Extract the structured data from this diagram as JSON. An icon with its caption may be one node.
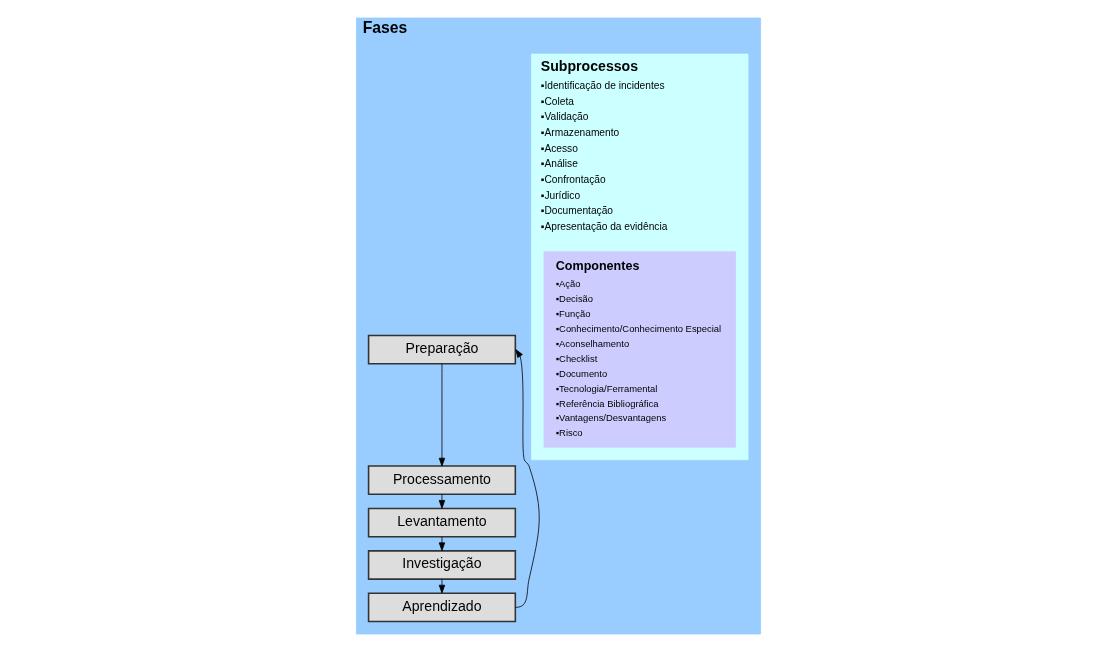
{
  "diagram": {
    "nodes": [
      {
        "text": [
          "Fases"
        ]
      },
      {
        "text": [
          "Preparação"
        ],
        "in": 0
      },
      {
        "text": [
          "Processamento"
        ],
        "in": 0
      },
      {
        "text": [
          "Levantamento"
        ],
        "in": 0
      },
      {
        "text": [
          "Investigação"
        ],
        "in": 0
      },
      {
        "text": [
          "Aprendizado"
        ],
        "in": 0
      },
      {
        "text": [
          "Subprocessos",
          "▪Identificação de incidentes",
          "▪Coleta",
          "▪Validação",
          "▪Armazenamento",
          "▪Acesso",
          "▪Análise",
          "▪Confrontação",
          "▪Jurídico",
          "▪Documentação",
          "▪Apresentação da evidência"
        ],
        "in": 0
      },
      {
        "text": [
          "Componentes",
          "▪Ação",
          "▪Decisão",
          "▪Função",
          "▪Conhecimento/Conhecimento Especial",
          "▪Aconselhamento",
          "▪Checklist",
          "▪Documento",
          "▪Tecnologia/Ferramental",
          "▪Referência Bibliográfica",
          "▪Vantagens/Desvantagens",
          "▪Risco"
        ],
        "in": 6
      }
    ],
    "edges": [
      {
        "from": 1,
        "to": 2,
        "arrow": "to"
      },
      {
        "from": 2,
        "to": 3,
        "arrow": "to"
      },
      {
        "from": 3,
        "to": 4,
        "arrow": "to"
      },
      {
        "from": 4,
        "to": 5,
        "arrow": "to"
      },
      {
        "from": 5,
        "to": 1,
        "arrow": "to"
      }
    ]
  }
}
